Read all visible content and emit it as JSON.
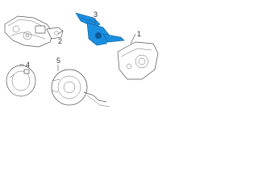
{
  "diagram": {
    "accent_color": "#1a8fe0",
    "outline_color": "#555555",
    "parts": [
      {
        "id": "cover",
        "callout": "1"
      },
      {
        "id": "ignition-lock",
        "callout": "2"
      },
      {
        "id": "combination-switch",
        "callout": "3"
      },
      {
        "id": "sensor-ring",
        "callout": "4"
      },
      {
        "id": "clock-spring",
        "callout": "5"
      }
    ]
  }
}
